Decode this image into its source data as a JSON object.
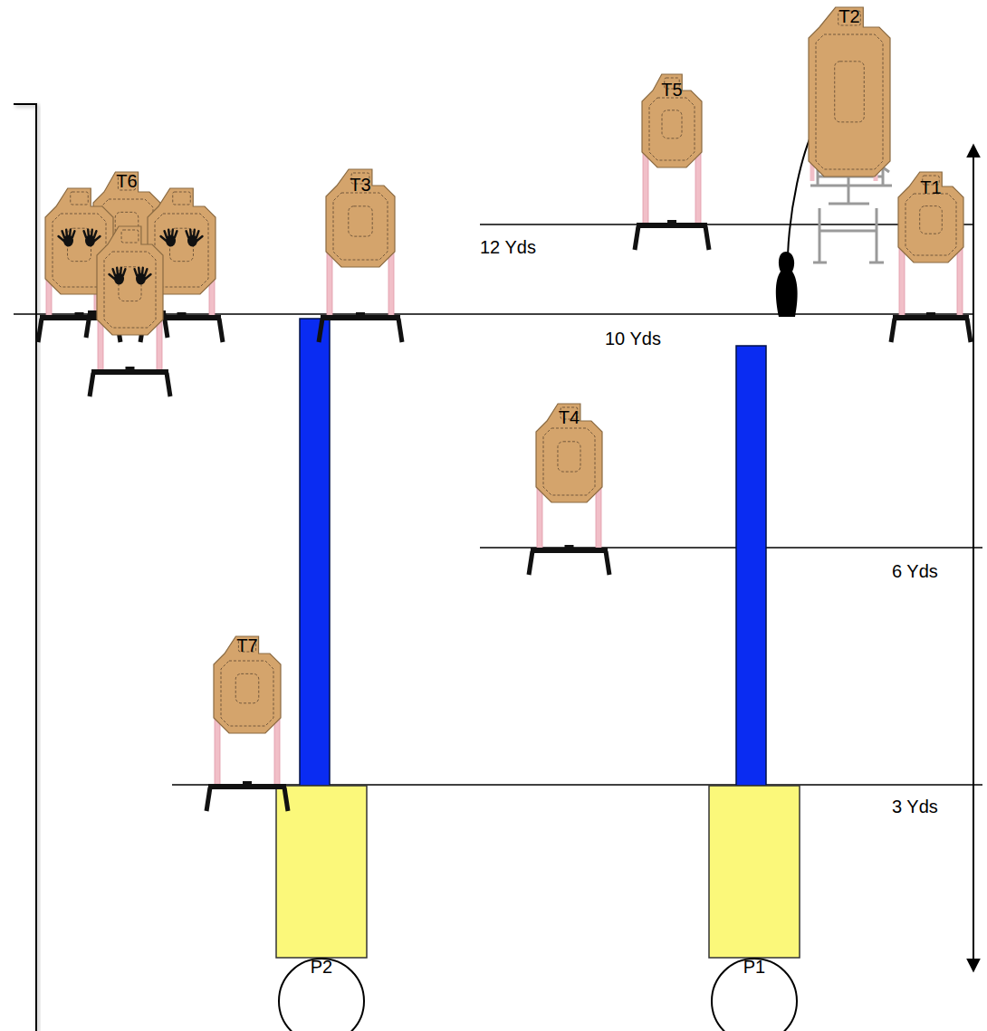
{
  "diagram": {
    "nodes": [
      {
        "text": [
          "T2"
        ]
      },
      {
        "text": [
          "T5"
        ]
      },
      {
        "text": [
          "T1"
        ]
      },
      {
        "text": [
          "T6"
        ]
      },
      {
        "text": [
          "T3"
        ]
      },
      {
        "text": [
          "T4"
        ]
      },
      {
        "text": [
          "T7"
        ]
      },
      {
        "text": [
          "P2"
        ]
      },
      {
        "text": [
          "P1"
        ]
      }
    ],
    "labels": [
      "12 Yds",
      "10 Yds",
      "6 Yds",
      "3 Yds"
    ]
  }
}
